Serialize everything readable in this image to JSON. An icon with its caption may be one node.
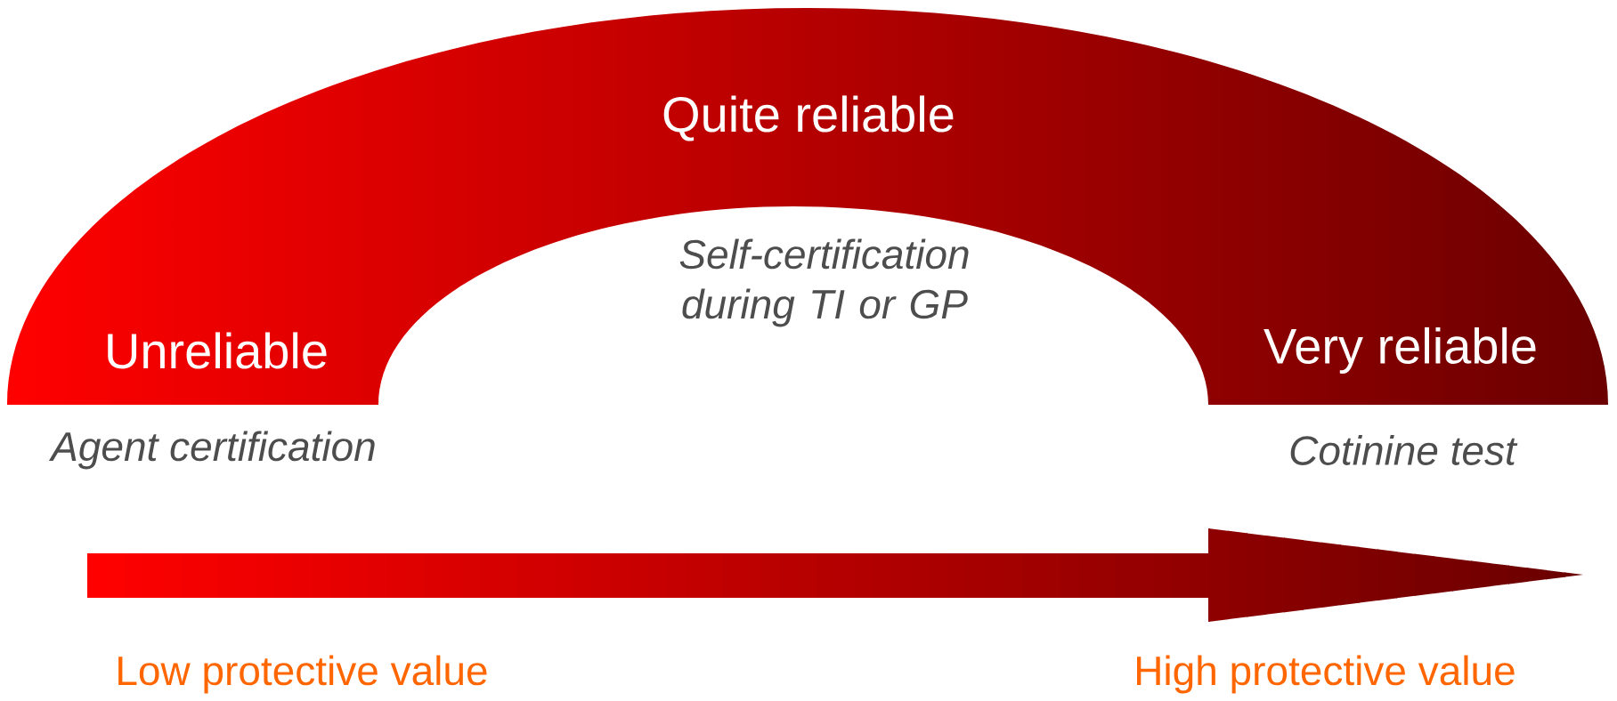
{
  "diagram": {
    "nodes": [
      {
        "text": [
          "Quite reliable",
          "Unreliable",
          "Very reliable"
        ]
      }
    ],
    "labels": [
      "Self-certification during TI or GP",
      "Agent certification",
      "Cotinine test",
      "Low protective value",
      "High protective value"
    ]
  }
}
